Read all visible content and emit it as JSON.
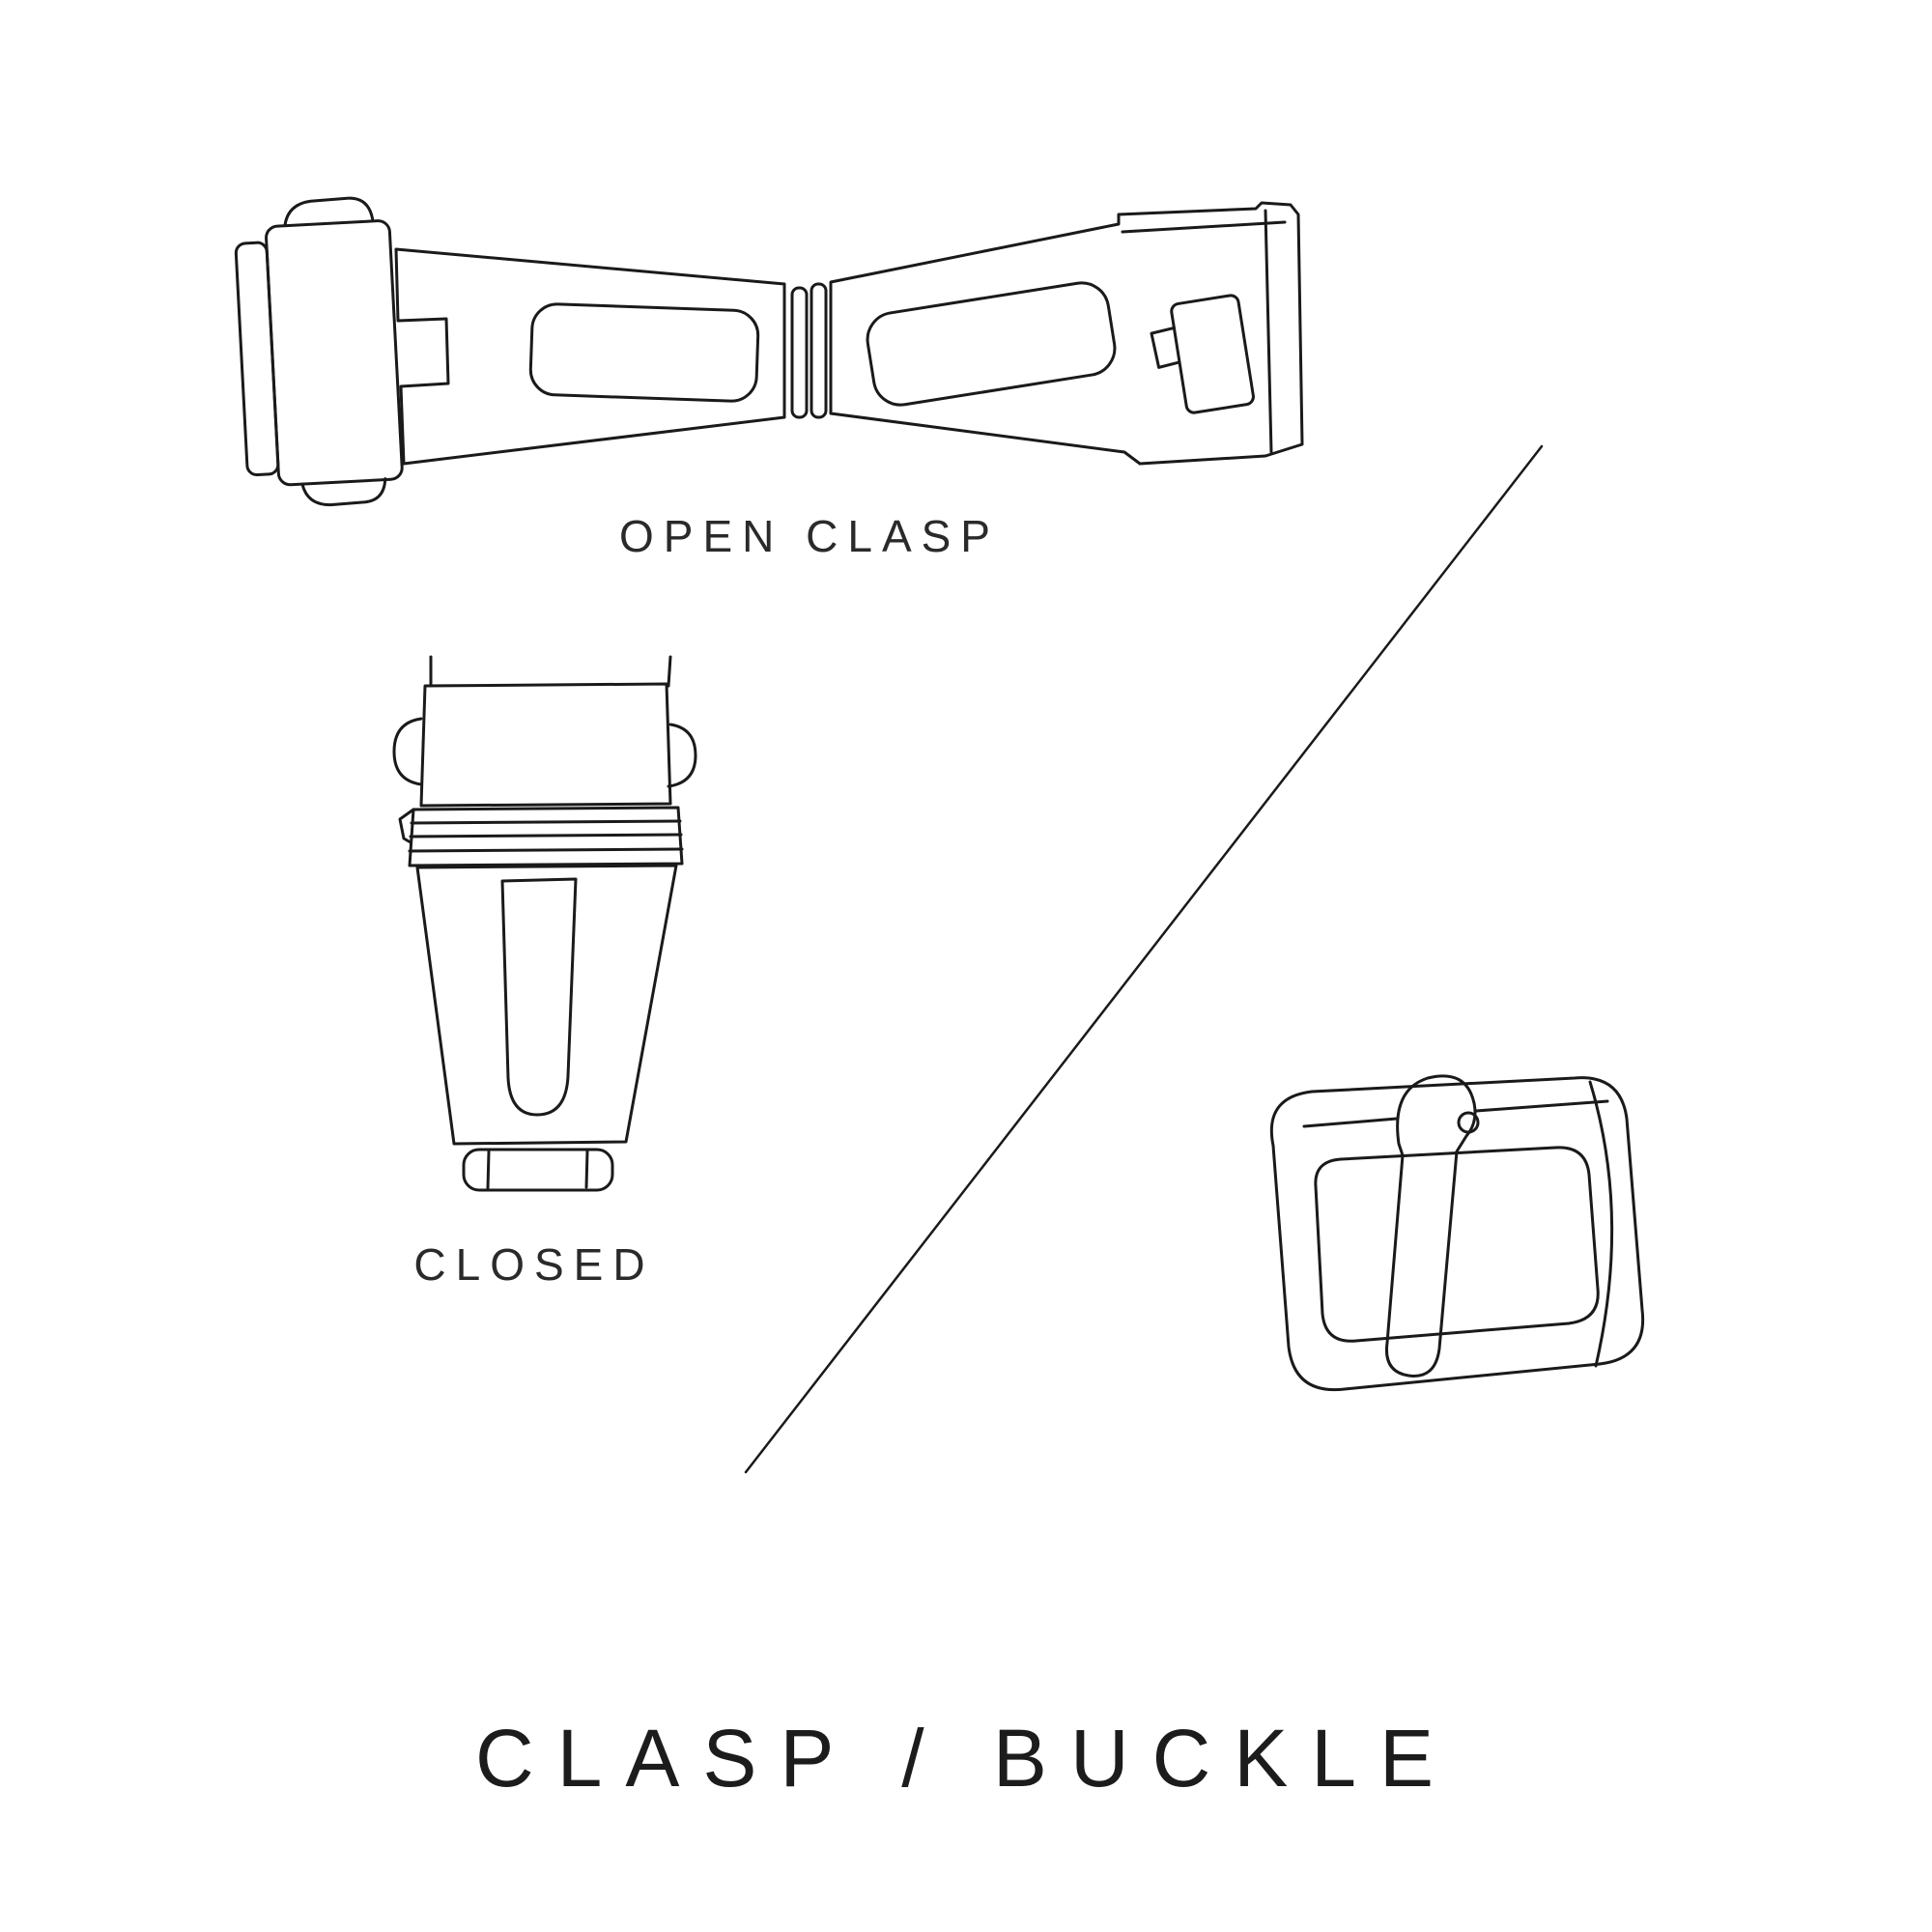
{
  "page": {
    "background_color": "#ffffff",
    "line_color": "#1a1a1a"
  },
  "labels": {
    "open_clasp": "OPEN CLASP",
    "closed": "CLOSED"
  },
  "title": "CLASP / BUCKLE",
  "illustrations": {
    "open_clasp_icon": "open-clasp-illustration",
    "closed_clasp_icon": "closed-clasp-illustration",
    "tang_buckle_icon": "tang-buckle-illustration",
    "divider_icon": "divider-line"
  }
}
